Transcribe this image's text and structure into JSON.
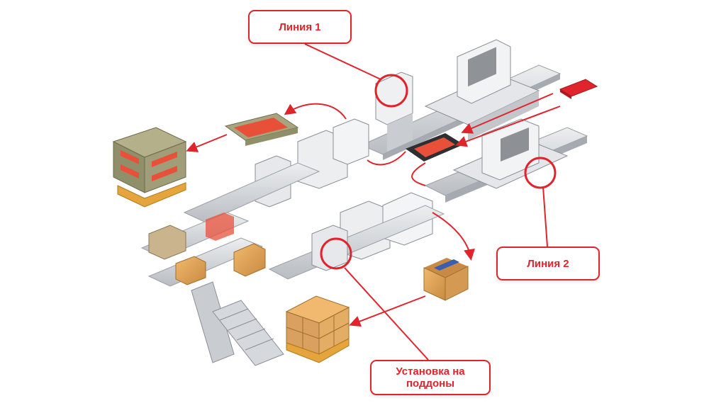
{
  "labels": {
    "line1": "Линия 1",
    "line2": "Линия 2",
    "palletizing": "Установка на поддоны"
  },
  "colors": {
    "accent_red": "#e0242c",
    "machine_body": "#d7d9dc",
    "machine_dark": "#8a8f96",
    "cardboard": "#d9a060",
    "product_red": "#e8503a",
    "pallet_orange": "#e6a43c",
    "crate_olive": "#8f8f6a"
  },
  "icons": [
    "packaging-machine",
    "tray-product",
    "crate",
    "pallet-stack",
    "carton-box",
    "roller-conveyor"
  ]
}
